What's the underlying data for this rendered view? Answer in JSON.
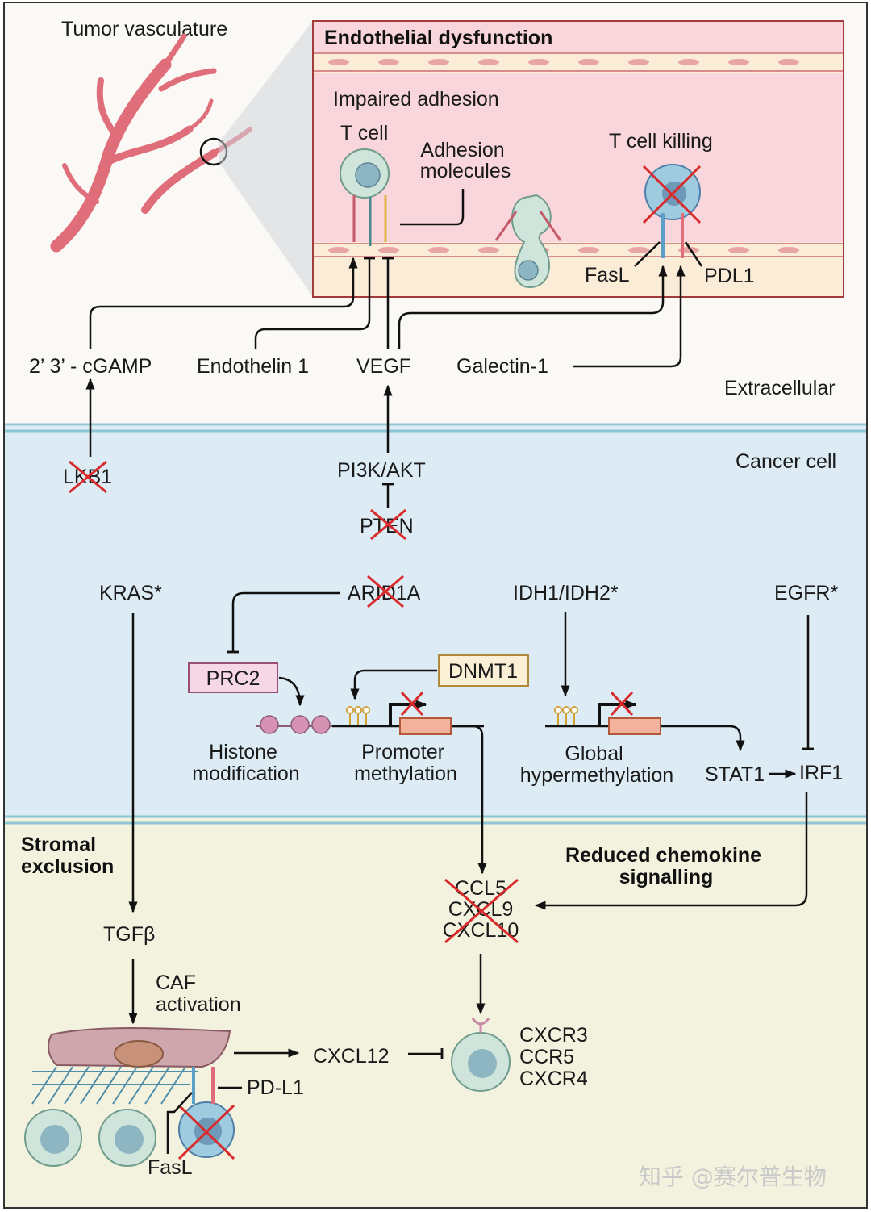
{
  "zones": {
    "extracellular": "Extracellular",
    "cancer_cell": "Cancer cell"
  },
  "panel": {
    "tumor_vasculature": "Tumor vasculature",
    "title": "Endothelial dysfunction",
    "impaired_adhesion": "Impaired adhesion",
    "t_cell": "T cell",
    "adhesion_molecules": [
      "Adhesion",
      "molecules"
    ],
    "t_cell_killing": "T cell killing",
    "fasl": "FasL",
    "pdl1": "PDL1"
  },
  "ligands": {
    "cgamp": "2’ 3’ - cGAMP",
    "endothelin": "Endothelin 1",
    "vegf": "VEGF",
    "galectin": "Galectin-1"
  },
  "genes": {
    "lkb1": "LKB1",
    "pi3k": "PI3K/AKT",
    "pten": "PTEN",
    "kras": "KRAS*",
    "arid1a": "ARID1A",
    "idh": "IDH1/IDH2*",
    "egfr": "EGFR*",
    "prc2": "PRC2",
    "dnmt1": "DNMT1",
    "stat1": "STAT1",
    "irf1": "IRF1"
  },
  "epigenetic": {
    "histone": [
      "Histone",
      "modification"
    ],
    "promoter": [
      "Promoter",
      "methylation"
    ],
    "global": [
      "Global",
      "hypermethylation"
    ]
  },
  "stroma": {
    "title": [
      "Stromal",
      "exclusion"
    ],
    "tgfb": "TGFβ",
    "caf": [
      "CAF",
      "activation"
    ],
    "cxcl12": "CXCL12",
    "pd_l1": "PD-L1",
    "fasl": "FasL"
  },
  "chemokines": {
    "title": [
      "Reduced chemokine",
      "signalling"
    ],
    "ligands": [
      "CCL5",
      "CXCL9",
      "CXCL10"
    ],
    "receptors": [
      "CXCR3",
      "CCR5",
      "CXCR4"
    ]
  },
  "watermark": "知乎 @赛尔普生物",
  "colors": {
    "extracellular_bg": "#fbf9f5",
    "cancer_bg": "#dcebf4",
    "stroma_bg": "#f3f2df",
    "panel_bg": "#f8d6dc",
    "vessel": "#e06d7a",
    "inhibition_cross": "#d92b2b",
    "membrane": "#8ec7d3"
  }
}
